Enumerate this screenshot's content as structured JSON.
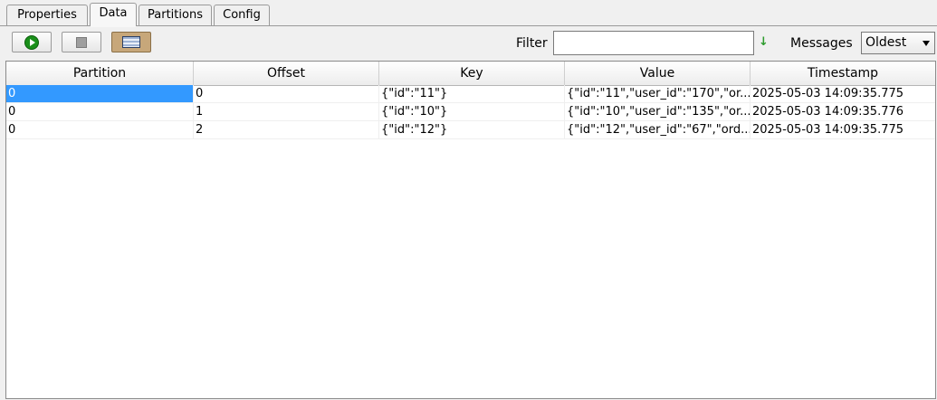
{
  "tabs": [
    {
      "label": "Properties"
    },
    {
      "label": "Data"
    },
    {
      "label": "Partitions"
    },
    {
      "label": "Config"
    }
  ],
  "active_tab": "Data",
  "toolbar": {
    "filter_label": "Filter",
    "filter_value": "",
    "messages_label": "Messages",
    "messages_selected": "Oldest",
    "icons": [
      "play-icon",
      "stop-icon",
      "grid-view-icon",
      "apply-filter-icon"
    ]
  },
  "table": {
    "columns": [
      "Partition",
      "Offset",
      "Key",
      "Value",
      "Timestamp"
    ],
    "rows": [
      [
        "0",
        "0",
        "{\"id\":\"11\"}",
        "{\"id\":\"11\",\"user_id\":\"170\",\"or...",
        "2025-05-03 14:09:35.775"
      ],
      [
        "0",
        "1",
        "{\"id\":\"10\"}",
        "{\"id\":\"10\",\"user_id\":\"135\",\"or...",
        "2025-05-03 14:09:35.776"
      ],
      [
        "0",
        "2",
        "{\"id\":\"12\"}",
        "{\"id\":\"12\",\"user_id\":\"67\",\"ord...",
        "2025-05-03 14:09:35.775"
      ]
    ]
  },
  "colors": {
    "selection": "#3399ff",
    "play": "#1a8f1a",
    "pressed_button": "#c7a77a"
  }
}
